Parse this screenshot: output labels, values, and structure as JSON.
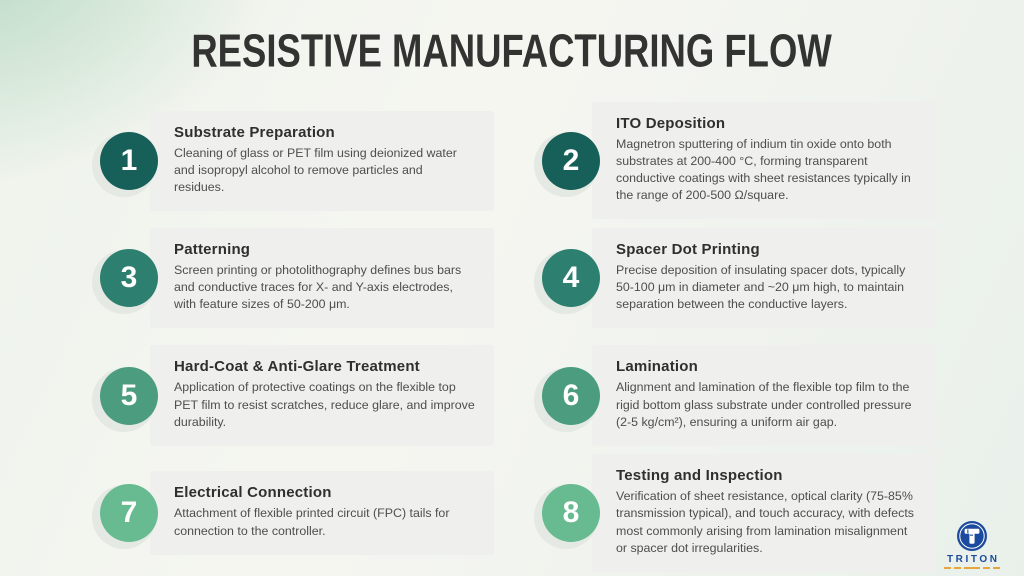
{
  "title": "RESISTIVE MANUFACTURING FLOW",
  "steps": [
    {
      "number": "1",
      "title": "Substrate Preparation",
      "description": "Cleaning of glass or PET film using deionized water and isopropyl alcohol to remove particles and residues.",
      "circle_color": "#17605a"
    },
    {
      "number": "2",
      "title": "ITO Deposition",
      "description": "Magnetron sputtering of indium tin oxide onto both substrates at 200-400 °C, forming transparent conductive coatings with sheet resistances typically in the range of 200-500 Ω/square.",
      "circle_color": "#17605a"
    },
    {
      "number": "3",
      "title": "Patterning",
      "description": "Screen printing or photolithography defines bus bars and conductive traces for X- and Y-axis electrodes, with feature sizes of 50-200 μm.",
      "circle_color": "#2d8070"
    },
    {
      "number": "4",
      "title": "Spacer Dot Printing",
      "description": "Precise deposition of insulating spacer dots, typically 50-100 μm in diameter and ~20 μm high, to maintain separation between the conductive layers.",
      "circle_color": "#2d8070"
    },
    {
      "number": "5",
      "title": "Hard-Coat & Anti-Glare Treatment",
      "description": "Application of protective coatings on the flexible top PET film to resist scratches, reduce glare, and improve durability.",
      "circle_color": "#4c9d7f"
    },
    {
      "number": "6",
      "title": "Lamination",
      "description": "Alignment and lamination of the flexible top film to the rigid bottom glass substrate under controlled pressure (2-5 kg/cm²), ensuring a uniform air gap.",
      "circle_color": "#4c9d7f"
    },
    {
      "number": "7",
      "title": "Electrical Connection",
      "description": "Attachment of flexible printed circuit (FPC) tails for connection to the controller.",
      "circle_color": "#68bb90"
    },
    {
      "number": "8",
      "title": "Testing and Inspection",
      "description": "Verification of sheet resistance, optical clarity (75-85% transmission typical), and touch accuracy, with defects most commonly arising from lamination misalignment or spacer dot irregularities.",
      "circle_color": "#68bb90"
    }
  ],
  "logo": {
    "name": "TRITON"
  }
}
